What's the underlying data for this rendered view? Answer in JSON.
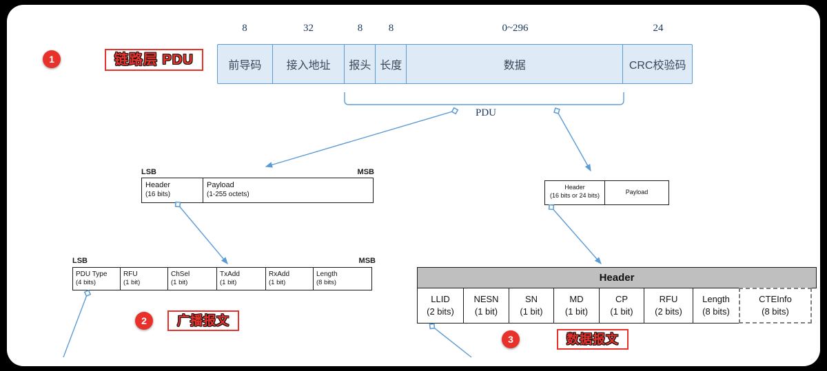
{
  "colors": {
    "accent_blue": "#5B9BD5",
    "frame_fill": "#DEEBF7",
    "annotation_red": "#E8312A",
    "header_gray": "#BFBFBF",
    "navy_text": "#17375E"
  },
  "annotations": [
    {
      "number": "1",
      "label": "链路层 PDU"
    },
    {
      "number": "2",
      "label": "广播报文"
    },
    {
      "number": "3",
      "label": "数据报文"
    }
  ],
  "link_layer_frame": {
    "bit_widths": [
      "8",
      "32",
      "8",
      "8",
      "0~296",
      "24"
    ],
    "fields": [
      "前导码",
      "接入地址",
      "报头",
      "长度",
      "数据",
      "CRC校验码"
    ],
    "brace_label": "PDU"
  },
  "adv_pdu_struct": {
    "lsb": "LSB",
    "msb": "MSB",
    "cells": [
      {
        "name": "Header",
        "detail": "(16 bits)"
      },
      {
        "name": "Payload",
        "detail": "(1-255 octets)"
      }
    ]
  },
  "data_pdu_struct": {
    "cells": [
      {
        "name": "Header",
        "detail": "(16 bits or 24 bits)"
      },
      {
        "name": "Payload",
        "detail": ""
      }
    ]
  },
  "adv_header_fields": {
    "lsb": "LSB",
    "msb": "MSB",
    "cells": [
      {
        "name": "PDU Type",
        "detail": "(4 bits)"
      },
      {
        "name": "RFU",
        "detail": "(1 bit)"
      },
      {
        "name": "ChSel",
        "detail": "(1 bit)"
      },
      {
        "name": "TxAdd",
        "detail": "(1 bit)"
      },
      {
        "name": "RxAdd",
        "detail": "(1 bit)"
      },
      {
        "name": "Length",
        "detail": "(8 bits)"
      }
    ]
  },
  "data_header_fields": {
    "title": "Header",
    "cells": [
      {
        "name": "LLID",
        "detail": "(2 bits)"
      },
      {
        "name": "NESN",
        "detail": "(1 bit)"
      },
      {
        "name": "SN",
        "detail": "(1 bit)"
      },
      {
        "name": "MD",
        "detail": "(1 bit)"
      },
      {
        "name": "CP",
        "detail": "(1 bit)"
      },
      {
        "name": "RFU",
        "detail": "(2 bits)"
      },
      {
        "name": "Length",
        "detail": "(8 bits)"
      },
      {
        "name": "CTEInfo",
        "detail": "(8 bits)"
      }
    ]
  }
}
